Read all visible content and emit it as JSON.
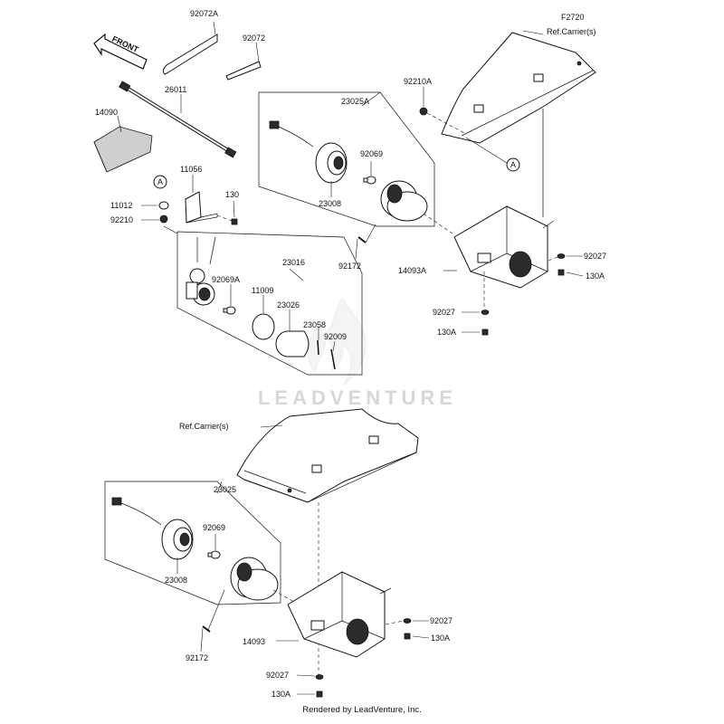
{
  "figure_code": "F2720",
  "front_arrow_text": "FRONT",
  "watermark": "LEADVENTURE",
  "footer": "Rendered by LeadVenture, Inc.",
  "callouts": {
    "a_upper": "A",
    "a_lower": "A"
  },
  "labels": {
    "p92072A": "92072A",
    "p92072": "92072",
    "p26011": "26011",
    "p14090": "14090",
    "p92210A": "92210A",
    "p23025A": "23025A",
    "ref_carrier_top": "Ref.Carrier(s)",
    "ref_carrier_bottom": "Ref.Carrier(s)",
    "p11056": "11056",
    "p11012": "11012",
    "p130": "130",
    "p92210": "92210",
    "p92069_top": "92069",
    "p23008_top": "23008",
    "p92172_top": "92172",
    "p14093A": "14093A",
    "p92027_r_top": "92027",
    "p130A_r_top": "130A",
    "p92027_b_top": "92027",
    "p130A_b_top": "130A",
    "p23016": "23016",
    "p92069A": "92069A",
    "p11009": "11009",
    "p23026": "23026",
    "p23058": "23058",
    "p92009": "92009",
    "p23025": "23025",
    "p92069_bot": "92069",
    "p23008_bot": "23008",
    "p92172_bot": "92172",
    "p14093": "14093",
    "p92027_r_bot": "92027",
    "p130A_r_bot": "130A",
    "p92027_b_bot": "92027",
    "p130A_b_bot": "130A"
  }
}
